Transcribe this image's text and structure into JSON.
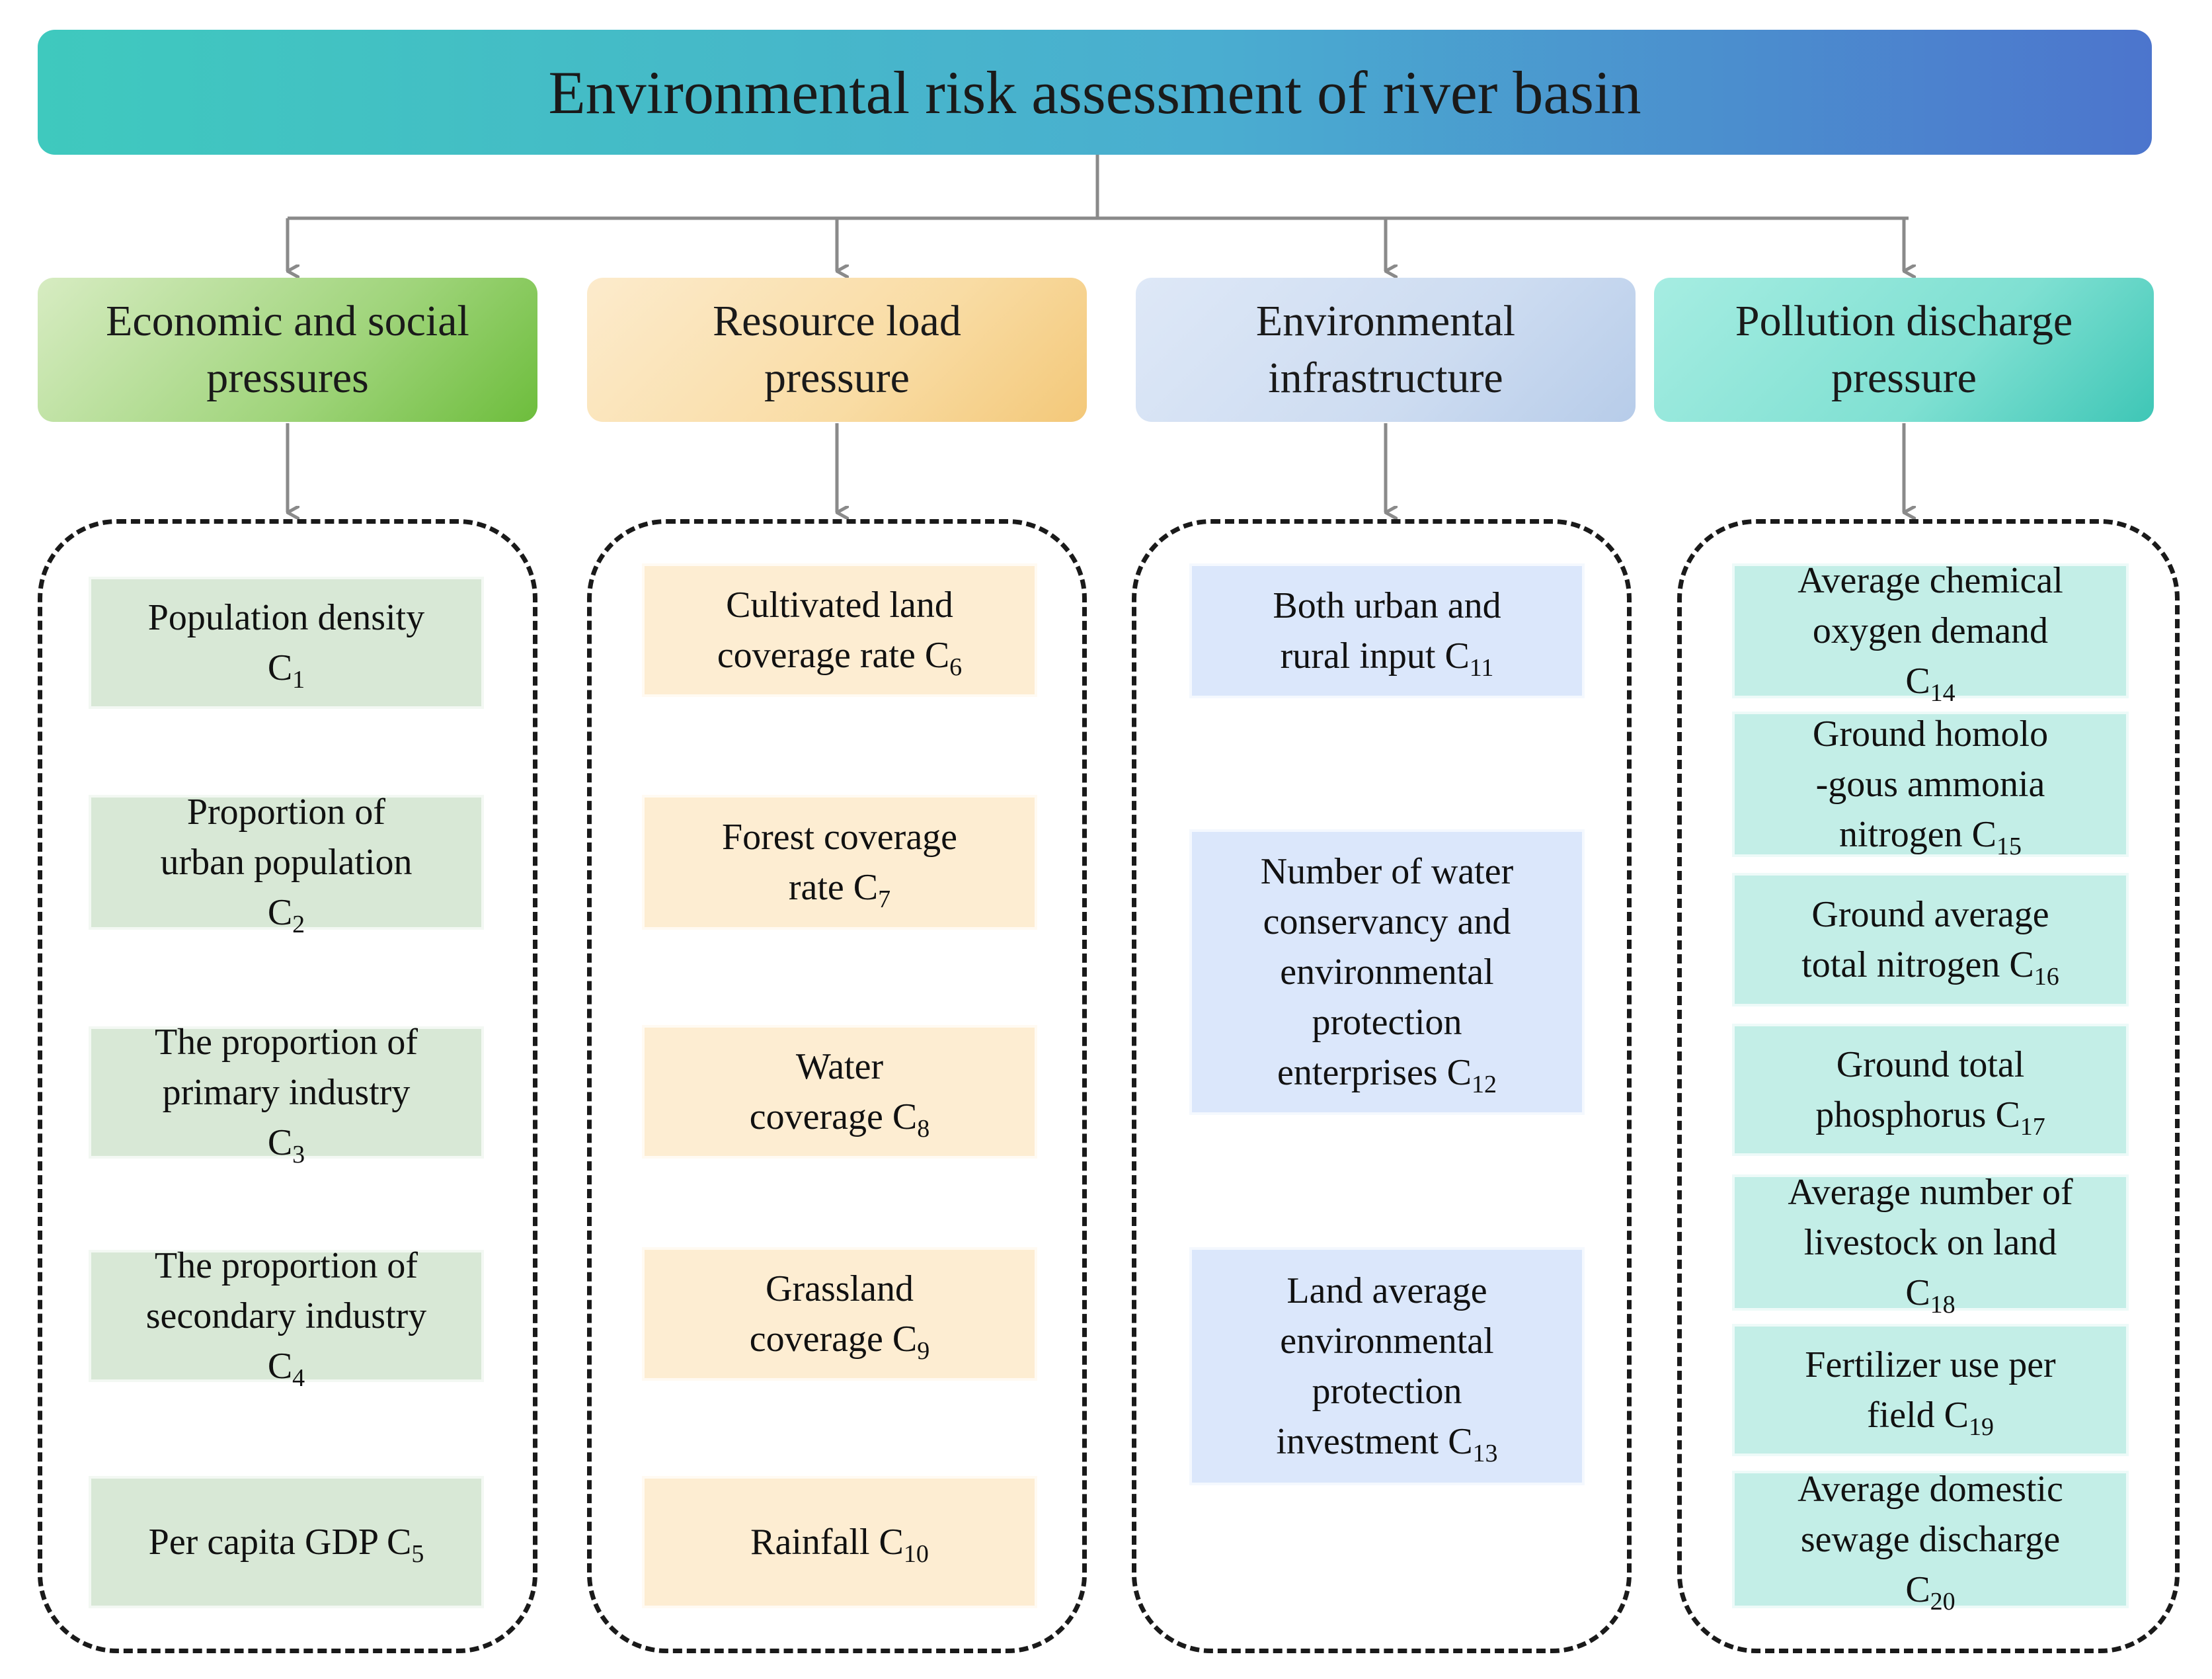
{
  "title": "Environmental risk assessment of river basin",
  "categories": [
    {
      "label": "Economic and social\npressures",
      "indicators": [
        {
          "text": "Population density\nC",
          "sub": "1"
        },
        {
          "text": "Proportion of\nurban population\nC",
          "sub": "2"
        },
        {
          "text": "The proportion of\nprimary industry\nC",
          "sub": "3"
        },
        {
          "text": "The proportion of\nsecondary industry\nC",
          "sub": "4"
        },
        {
          "text": "Per capita GDP C",
          "sub": "5"
        }
      ]
    },
    {
      "label": "Resource load\npressure",
      "indicators": [
        {
          "text": "Cultivated land\ncoverage rate C",
          "sub": "6"
        },
        {
          "text": "Forest coverage\nrate C",
          "sub": "7"
        },
        {
          "text": "Water\ncoverage C",
          "sub": "8"
        },
        {
          "text": "Grassland\ncoverage C",
          "sub": "9"
        },
        {
          "text": "Rainfall C",
          "sub": "10"
        }
      ]
    },
    {
      "label": "Environmental\ninfrastructure",
      "indicators": [
        {
          "text": "Both urban and\nrural input C",
          "sub": "11"
        },
        {
          "text": "Number of water\nconservancy and\nenvironmental\nprotection\nenterprises C",
          "sub": "12"
        },
        {
          "text": "Land average\nenvironmental\nprotection\ninvestment C",
          "sub": "13"
        }
      ]
    },
    {
      "label": "Pollution discharge\npressure",
      "indicators": [
        {
          "text": "Average chemical\noxygen demand\nC",
          "sub": "14"
        },
        {
          "text": "Ground homolo\n-gous ammonia\nnitrogen C",
          "sub": "15"
        },
        {
          "text": "Ground average\ntotal nitrogen C",
          "sub": "16"
        },
        {
          "text": "Ground total\nphosphorus C",
          "sub": "17"
        },
        {
          "text": "Average number of\nlivestock on land\nC",
          "sub": "18"
        },
        {
          "text": "Fertilizer use per\nfield C",
          "sub": "19"
        },
        {
          "text": "Average domestic\nsewage discharge\nC",
          "sub": "20"
        }
      ]
    }
  ]
}
